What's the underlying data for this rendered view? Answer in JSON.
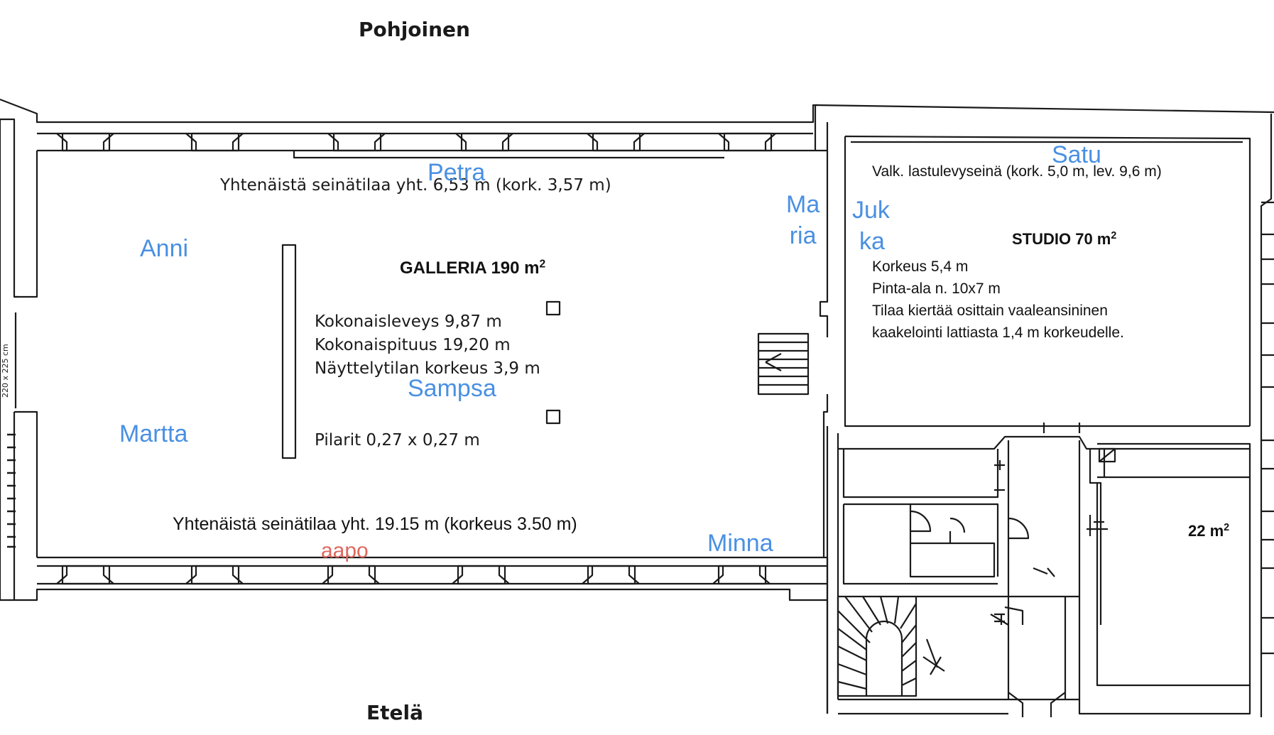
{
  "compass": {
    "north": "Pohjoinen",
    "south": "Etelä"
  },
  "gallery": {
    "title": "GALLERIA 190 m",
    "title_sup": "2",
    "wall_north": "Yhtenäistä seinätilaa yht. 6,53 m (kork. 3,57 m)",
    "wall_south": "Yhtenäistä seinätilaa yht. 19.15 m (korkeus 3.50 m)",
    "details": [
      "Kokonaisleveys 9,87 m",
      "Kokonaispituus 19,20 m",
      "Näyttelytilan korkeus 3,9 m"
    ],
    "pillars": "Pilarit  0,27 x 0,27 m"
  },
  "studio": {
    "title": "STUDIO 70 m",
    "title_sup": "2",
    "wall": "Valk. lastulevyseinä (kork. 5,0 m, lev. 9,6 m)",
    "details": [
      "Korkeus 5,4 m",
      "Pinta-ala n. 10x7 m",
      "Tilaa kiertää osittain vaaleansininen",
      "kaakelointi lattiasta 1,4 m korkeudelle."
    ]
  },
  "small_room": {
    "label": "22 m",
    "label_sup": "2"
  },
  "side_note": "220 x 225 cm",
  "names": {
    "petra": "Petra",
    "satu": "Satu",
    "maria": [
      "Ma",
      "ria"
    ],
    "jukka": [
      "Juk",
      "ka"
    ],
    "anni": "Anni",
    "sampsa": "Sampsa",
    "martta": "Martta",
    "minna": "Minna",
    "aapo": "aapo"
  },
  "colors": {
    "name_blue": "#4a90e2",
    "name_red": "#e0675f",
    "ink": "#1a1a1a"
  }
}
